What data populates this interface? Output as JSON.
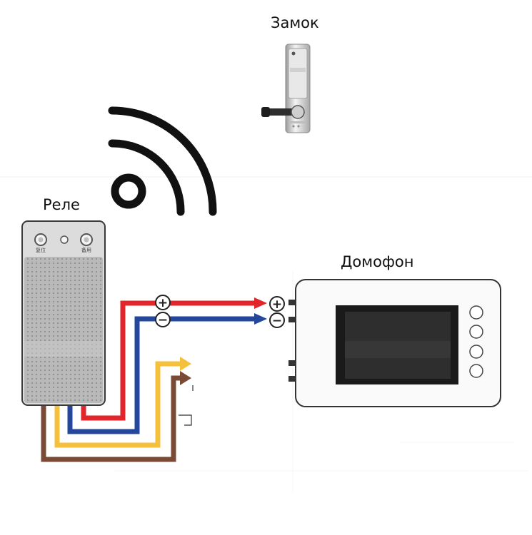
{
  "labels": {
    "lock": "Замок",
    "relay": "Реле",
    "intercom": "Домофон"
  },
  "relay_device": {
    "button_left_caption": "复位",
    "button_right_caption": "备用"
  },
  "polarity": {
    "plus": "+",
    "minus": "−"
  },
  "wire_colors": {
    "red": "#e0262b",
    "blue": "#24479b",
    "yellow": "#f5c13c",
    "brown": "#7a4a36"
  },
  "icons": [
    "wifi-signal-icon",
    "door-lock-icon"
  ]
}
